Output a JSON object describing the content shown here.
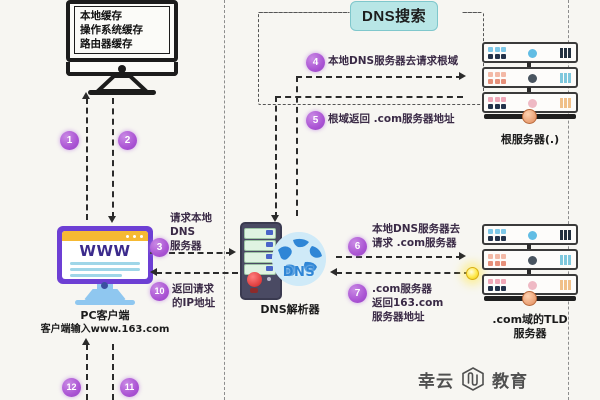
{
  "diagram": {
    "title_chip": "DNS搜索",
    "background": "#f7f6f2",
    "accent_badge": "#ab54d4",
    "title_chip_bg": "#b8e6e6"
  },
  "nodes": {
    "cache_monitor": {
      "name": "cache-monitor",
      "lines": [
        "本地缓存",
        "操作系统缓存",
        "路由器缓存"
      ]
    },
    "pc_client": {
      "name": "pc-client",
      "screen_text": "WWW",
      "caption": "PC客户端",
      "subcaption": "客户端输入www.163.com"
    },
    "dns_resolver": {
      "name": "dns-resolver",
      "globe_label": "DNS",
      "caption": "DNS解析器"
    },
    "root_server": {
      "name": "root-server",
      "caption": "根服务器(.)"
    },
    "tld_server": {
      "name": "tld-server",
      "caption_line1": ".com域的TLD",
      "caption_line2": "服务器"
    }
  },
  "steps": [
    {
      "n": "1",
      "text": ""
    },
    {
      "n": "2",
      "text": ""
    },
    {
      "n": "3",
      "lines": [
        "请求本地",
        "DNS",
        "服务器"
      ]
    },
    {
      "n": "4",
      "lines": [
        "本地DNS服务器去请求根域"
      ]
    },
    {
      "n": "5",
      "lines": [
        "根域返回 .com服务器地址"
      ]
    },
    {
      "n": "6",
      "lines": [
        "本地DNS服务器去",
        "请求 .com服务器"
      ]
    },
    {
      "n": "7",
      "lines": [
        ".com服务器",
        "返回163.com",
        "服务器地址"
      ]
    },
    {
      "n": "10",
      "lines": [
        "返回请求",
        "的IP地址"
      ]
    },
    {
      "n": "11",
      "text": ""
    },
    {
      "n": "12",
      "text": ""
    }
  ],
  "step_labels": {
    "s3_l1": "请求本地",
    "s3_l2": "DNS",
    "s3_l3": "服务器",
    "s4": "本地DNS服务器去请求根域",
    "s5": "根域返回 .com服务器地址",
    "s6_l1": "本地DNS服务器去",
    "s6_l2": "请求 .com服务器",
    "s7_l1": ".com服务器",
    "s7_l2": "返回163.com",
    "s7_l3": "服务器地址",
    "s10_l1": "返回请求",
    "s10_l2": "的IP地址"
  },
  "step_numbers": {
    "n1": "1",
    "n2": "2",
    "n3": "3",
    "n4": "4",
    "n5": "5",
    "n6": "6",
    "n7": "7",
    "n10": "10",
    "n11": "11",
    "n12": "12"
  },
  "watermark": {
    "left": "幸云",
    "right": "教育",
    "logo": "hexagon-logo"
  }
}
